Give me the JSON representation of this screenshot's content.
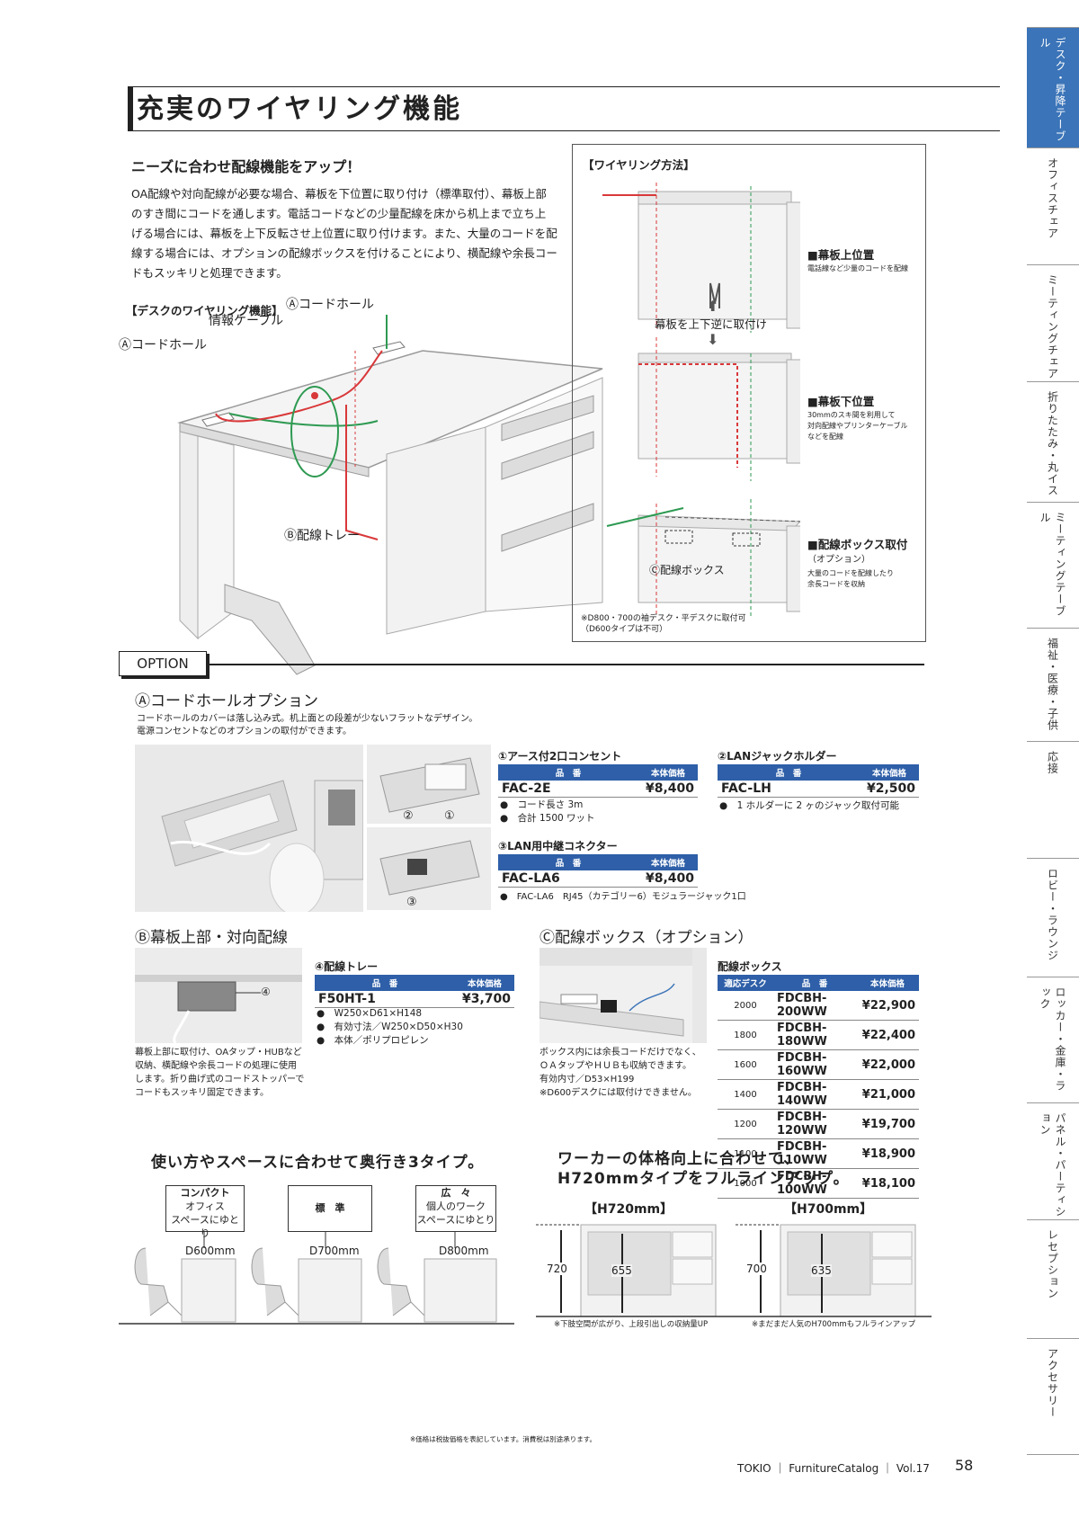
{
  "sidebar": {
    "tabs": [
      {
        "label": "デスク・昇降テーブル",
        "active": true
      },
      {
        "label": "オフィスチェア"
      },
      {
        "label": "ミーティングチェア"
      },
      {
        "label": "折りたたみ・丸イス"
      },
      {
        "label": "ミーティングテーブル"
      },
      {
        "label": "福祉・医療・子供"
      },
      {
        "label": "応接"
      },
      {
        "label": "ロビー・ラウンジ"
      },
      {
        "label": "ロッカー・金庫・ラック"
      },
      {
        "label": "パネル・パーティション"
      },
      {
        "label": "レセプション"
      },
      {
        "label": "アクセサリー"
      }
    ]
  },
  "page_title": "充実のワイヤリング機能",
  "intro": {
    "heading": "ニーズに合わせ配線機能をアップ！",
    "lines": [
      "OA配線や対向配線が必要な場合、幕板を下位置に取り付け（標準取付）、幕板上部",
      "のすき間にコードを通します。電話コードなどの少量配線を床から机上まで立ち上",
      "げる場合には、幕板を上下反転させ上位置に取り付けます。また、大量のコードを配",
      "線する場合には、オプションの配線ボックスを付けることにより、横配線や余長コー",
      "ドもスッキリと処理できます。"
    ]
  },
  "desk_diagram": {
    "label": "【デスクのワイヤリング機能】",
    "callouts": [
      "Ⓐコードホール",
      "情報ケーブル",
      "Ⓐコードホール",
      "Ⓑ配線トレー"
    ]
  },
  "wiring_method": {
    "label": "【ワイヤリング方法】",
    "flip": "幕板を上下逆に取付け",
    "upper": {
      "title": "■幕板上位置",
      "desc": [
        "電話線など少量のコードを配線"
      ]
    },
    "lower": {
      "title": "■幕板下位置",
      "desc": [
        "30mmのスキ間を利用して",
        "対向配線やプリンターケーブル",
        "などを配線"
      ]
    },
    "box": {
      "title": "■配線ボックス取付",
      "sub": "（オプション）",
      "desc": [
        "大量のコードを配線したり",
        "余長コードを収納"
      ],
      "callout": "Ⓒ配線ボックス"
    },
    "note": [
      "※D800・700の袖デスク・平デスクに取付可",
      "（D600タイプは不可）"
    ]
  },
  "option_label": "OPTION",
  "section_a": {
    "title": "Ⓐコードホールオプション",
    "desc": [
      "コードホールのカバーは落し込み式。机上面との段差が少ないフラットなデザイン。",
      "電源コンセントなどのオプションの取付ができます。"
    ],
    "photo_marks": [
      "②",
      "①",
      "③"
    ],
    "products": [
      {
        "name": "①アース付2口コンセント",
        "hdr_code": "品　番",
        "hdr_price": "本体価格",
        "code": "FAC-2E",
        "price": "¥8,400",
        "notes": [
          "●　コード長さ 3m",
          "●　合計 1500 ワット"
        ]
      },
      {
        "name": "②LANジャックホルダー",
        "hdr_code": "品　番",
        "hdr_price": "本体価格",
        "code": "FAC-LH",
        "price": "¥2,500",
        "notes": [
          "●　1 ホルダーに 2 ヶのジャック取付可能"
        ]
      },
      {
        "name": "③LAN用中継コネクター",
        "hdr_code": "品　番",
        "hdr_price": "本体価格",
        "code": "FAC-LA6",
        "price": "¥8,400",
        "notes": [
          "●　FAC-LA6　RJ45（カテゴリー6）モジュラージャック1口"
        ]
      }
    ]
  },
  "section_b": {
    "title": "Ⓑ幕板上部・対向配線",
    "photo_mark": "④",
    "desc": [
      "幕板上部に取付け、OAタップ・HUBなど",
      "収納、横配線や余長コードの処理に使用",
      "します。折り曲げ式のコードストッパーで",
      "コードもスッキリ固定できます。"
    ],
    "product": {
      "name": "④配線トレー",
      "hdr_code": "品　番",
      "hdr_price": "本体価格",
      "code": "F50HT-1",
      "price": "¥3,700",
      "notes": [
        "●　W250×D61×H148",
        "●　有効寸法／W250×D50×H30",
        "●　本体／ポリプロピレン"
      ]
    }
  },
  "section_c": {
    "title": "Ⓒ配線ボックス（オプション）",
    "desc": [
      "ボックス内には余長コードだけでなく、",
      "ＯＡタップやＨＵＢも収納できます。",
      "有効内寸／D53×H199",
      "※D600デスクには取付けできません。"
    ],
    "table": {
      "label": "配線ボックス",
      "headers": [
        "適応デスク",
        "品　番",
        "本体価格"
      ],
      "rows": [
        [
          "2000",
          "FDCBH-200WW",
          "¥22,900"
        ],
        [
          "1800",
          "FDCBH-180WW",
          "¥22,400"
        ],
        [
          "1600",
          "FDCBH-160WW",
          "¥22,000"
        ],
        [
          "1400",
          "FDCBH-140WW",
          "¥21,000"
        ],
        [
          "1200",
          "FDCBH-120WW",
          "¥19,700"
        ],
        [
          "1100",
          "FDCBH-110WW",
          "¥18,900"
        ],
        [
          "1000",
          "FDCBH-100WW",
          "¥18,100"
        ]
      ]
    }
  },
  "depth": {
    "heading": "使い方やスペースに合わせて奥行き3タイプ。",
    "types": [
      {
        "name": "コンパクト",
        "desc": [
          "オフィス",
          "スペースにゆとり"
        ],
        "dim": "D600mm"
      },
      {
        "name": "標　準",
        "desc": [],
        "dim": "D700mm"
      },
      {
        "name": "広　々",
        "desc": [
          "個人のワーク",
          "スペースにゆとり"
        ],
        "dim": "D800mm"
      }
    ]
  },
  "height": {
    "heading": [
      "ワーカーの体格向上に合わせて、",
      "H720mmタイプをフルラインアップ。"
    ],
    "h720": {
      "label": "【H720mm】",
      "total": "720",
      "under": "655",
      "note": "※下肢空間が広がり、上段引出しの収納量UP"
    },
    "h700": {
      "label": "【H700mm】",
      "total": "700",
      "under": "635",
      "note": "※まだまだ人気のH700mmもフルラインアップ"
    }
  },
  "footer": {
    "tax_note": "※価格は税抜価格を表記しています。消費税は別途承ります。",
    "catalog": "TOKIO ｜ FurnitureCatalog ｜ Vol.17",
    "page": "58"
  },
  "colors": {
    "accent": "#3b74b8",
    "table_header": "#2e5fa8",
    "wire_red": "#d9383a",
    "wire_green": "#2e9a52"
  }
}
